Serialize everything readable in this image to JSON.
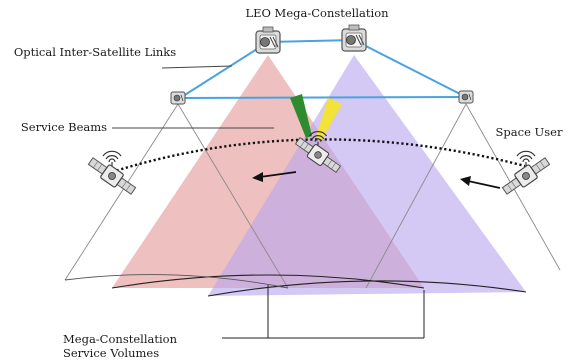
{
  "labels": {
    "title": "LEO Mega-Constellation",
    "optical_links": "Optical Inter-Satellite Links",
    "service_beams": "Service Beams",
    "space_user": "Space User",
    "volumes_line1": "Mega-Constellation",
    "volumes_line2": "Service Volumes"
  },
  "colors": {
    "pink_cone": "#e8a8a8",
    "purple_cone": "#b9a6ee",
    "isl_link": "#4aa3df",
    "beam_green": "#2e8b2e",
    "beam_yellow": "#f2e23a",
    "arrow": "#111111"
  },
  "icons": {
    "satellite": "satellite-icon",
    "space_user": "space-user-satellite-icon"
  }
}
